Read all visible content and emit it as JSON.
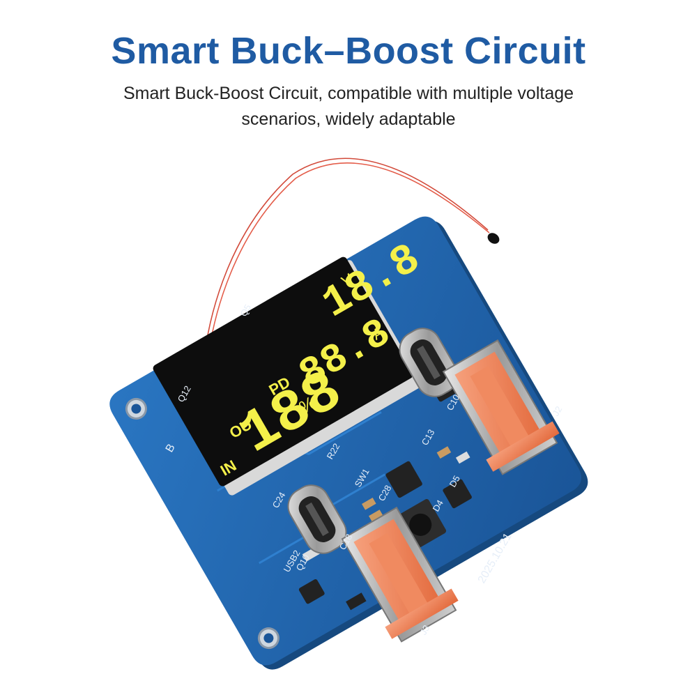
{
  "header": {
    "title": "Smart Buck–Boost Circuit",
    "subtitle": "Smart Buck-Boost Circuit, compatible with multiple voltage scenarios, widely adaptable"
  },
  "display": {
    "digits_top": "18.8",
    "unit_v": "V",
    "digits_mid": "88.8",
    "unit_a": "A",
    "digits_big": "188",
    "percent": "%",
    "label_in": "IN",
    "label_out": "OUT",
    "label_pd": "PD"
  },
  "silkscreen": {
    "date": "2025.10.21",
    "j2": "J2",
    "j3": "J3",
    "usb2": "USB2",
    "q5": "Q5",
    "q12": "Q12",
    "c13": "C13",
    "c10": "C10",
    "c18": "C18",
    "c24": "C24",
    "c28": "C28",
    "q10": "Q10",
    "sw1": "SW1",
    "r22": "R22",
    "d4": "D4",
    "d5": "D5",
    "b": "B"
  },
  "colors": {
    "title": "#1f5ba3",
    "pcb": "#1c5fa8",
    "display_text": "#f4f04a",
    "usb_port": "#f07d52"
  }
}
